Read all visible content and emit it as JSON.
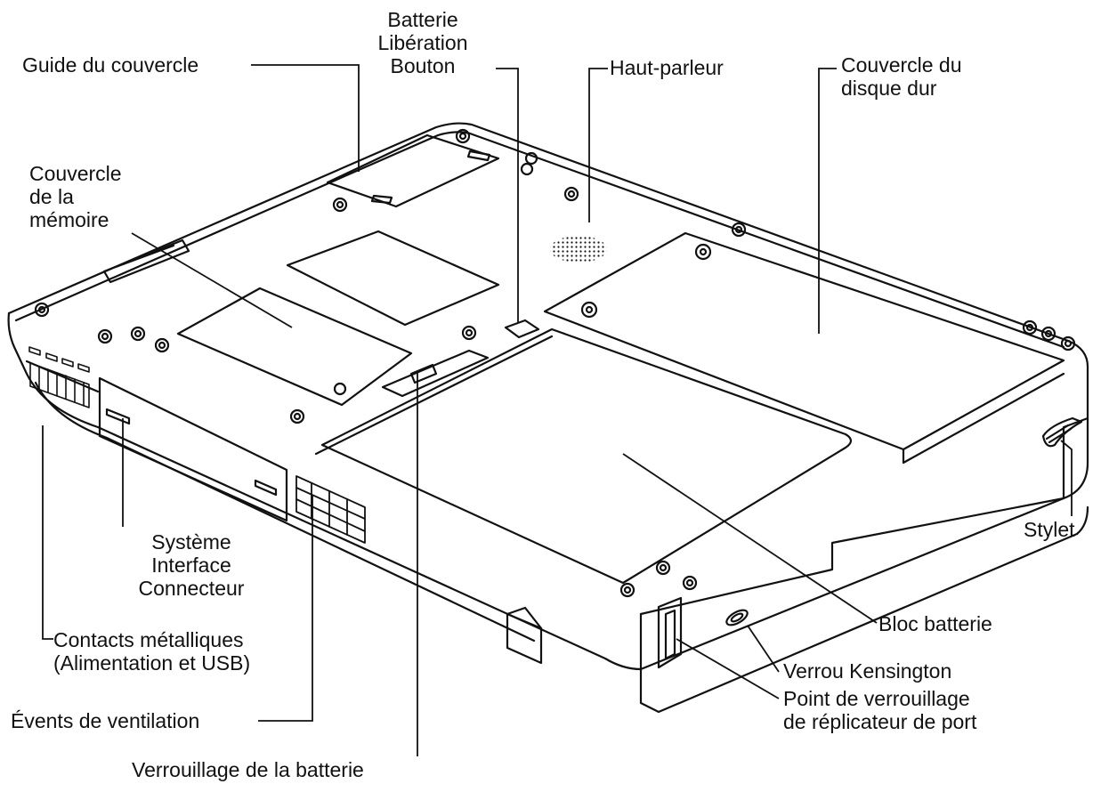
{
  "labels": {
    "guide_couvercle": "Guide du couvercle",
    "batterie_liberation_bouton": [
      "Batterie",
      "Libération",
      "Bouton"
    ],
    "haut_parleur": "Haut-parleur",
    "couvercle_disque_dur": [
      "Couvercle du",
      "disque dur"
    ],
    "couvercle_memoire": [
      "Couvercle",
      "de la",
      "mémoire"
    ],
    "stylet": "Stylet",
    "systeme_interface_connecteur": [
      "Système",
      "Interface",
      "Connecteur"
    ],
    "bloc_batterie": "Bloc batterie",
    "contacts_metalliques": [
      "Contacts métalliques",
      "(Alimentation et USB)"
    ],
    "verrou_kensington": "Verrou Kensington",
    "point_verrouillage": [
      "Point de verrouillage",
      "de réplicateur de port"
    ],
    "events_ventilation": "Évents de ventilation",
    "verrouillage_batterie": "Verrouillage de la batterie"
  },
  "colors": {
    "line": "#111111",
    "background": "#ffffff"
  }
}
